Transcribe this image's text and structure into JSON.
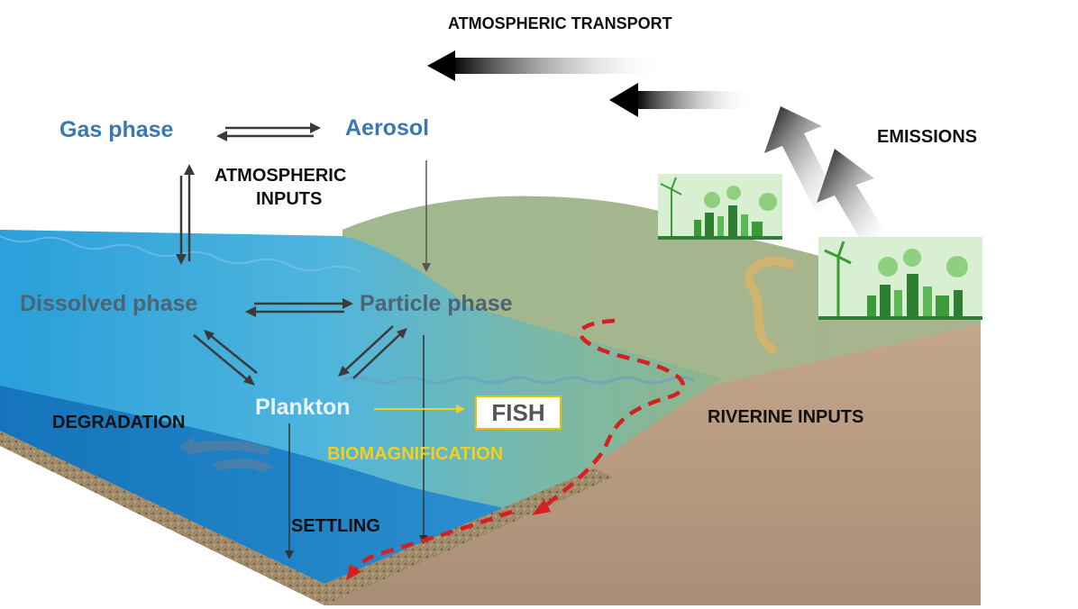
{
  "labels": {
    "atmospheric_transport": "ATMOSPHERIC TRANSPORT",
    "gas_phase": "Gas phase",
    "aerosol": "Aerosol",
    "atmospheric_inputs_line1": "ATMOSPHERIC",
    "atmospheric_inputs_line2": "INPUTS",
    "emissions": "EMISSIONS",
    "dissolved_phase": "Dissolved phase",
    "particle_phase": "Particle phase",
    "plankton": "Plankton",
    "fish": "FISH",
    "degradation": "DEGRADATION",
    "biomagnification": "BIOMAGNIFICATION",
    "riverine_inputs": "RIVERINE INPUTS",
    "settling": "SETTLING"
  },
  "colors": {
    "blue_label": "#3a78b5",
    "slate_label": "#4d6473",
    "river_path": "#d42020",
    "biomagnification": "#f0d020",
    "water_deep": "#1f88c8",
    "land": "#b69a80",
    "city_green": "#3b9b3b"
  },
  "icons": [
    "wind-turbine-city-icon",
    "wind-turbine-city-icon"
  ]
}
